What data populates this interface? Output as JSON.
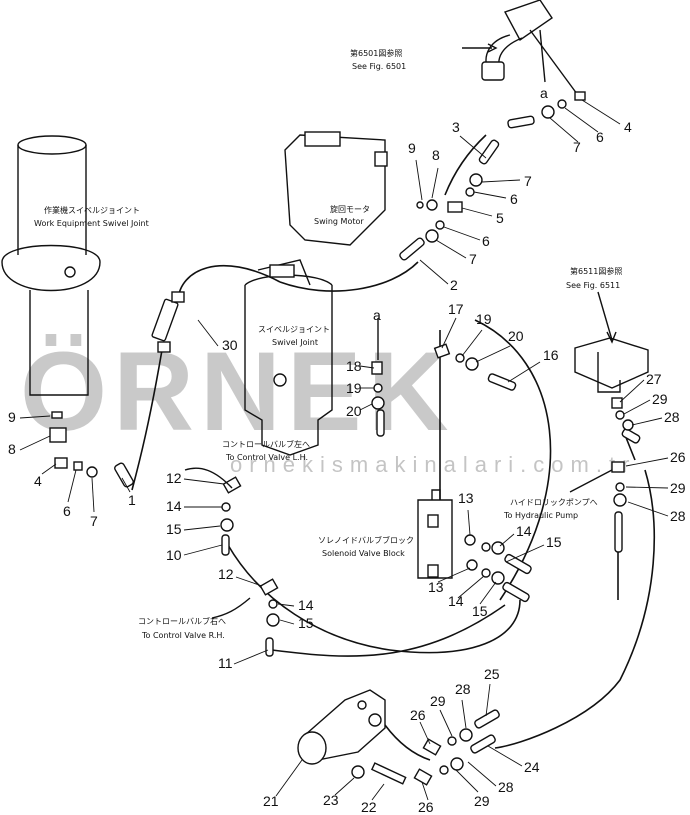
{
  "watermark": {
    "brand": "ÖRNEK",
    "url": "ornekismakinalari.com.tr"
  },
  "references": {
    "fig6501": {
      "ja": "第6501図参照",
      "en": "See Fig. 6501"
    },
    "fig6511": {
      "ja": "第6511図参照",
      "en": "See Fig. 6511"
    }
  },
  "components": {
    "work_swivel": {
      "ja": "作業機スイベルジョイント",
      "en": "Work Equipment Swivel Joint"
    },
    "swing_motor": {
      "ja": "旋回モータ",
      "en": "Swing Motor"
    },
    "swivel_joint": {
      "ja": "スイベルジョイント",
      "en": "Swivel Joint"
    },
    "control_valve_lh": {
      "ja": "コントロールバルブ左へ",
      "en": "To Control Valve L.H."
    },
    "control_valve_rh": {
      "ja": "コントロールバルブ右へ",
      "en": "To Control Valve R.H."
    },
    "solenoid_block": {
      "ja": "ソレノイドバルブブロック",
      "en": "Solenoid Valve Block"
    },
    "hydraulic_pump": {
      "ja": "ハイドロリックポンプへ",
      "en": "To Hydraulic Pump"
    }
  },
  "connector_marks": {
    "top": "a",
    "mid": "a"
  },
  "callouts": [
    "4",
    "7",
    "6",
    "3",
    "9",
    "8",
    "7",
    "6",
    "5",
    "6",
    "7",
    "2",
    "30",
    "9",
    "8",
    "4",
    "6",
    "7",
    "1",
    "17",
    "19",
    "20",
    "16",
    "18",
    "19",
    "20",
    "27",
    "29",
    "28",
    "26",
    "29",
    "28",
    "12",
    "14",
    "15",
    "10",
    "13",
    "14",
    "15",
    "13",
    "14",
    "15",
    "12",
    "14",
    "15",
    "11",
    "25",
    "26",
    "29",
    "28",
    "24",
    "21",
    "23",
    "22",
    "26",
    "29",
    "28"
  ]
}
